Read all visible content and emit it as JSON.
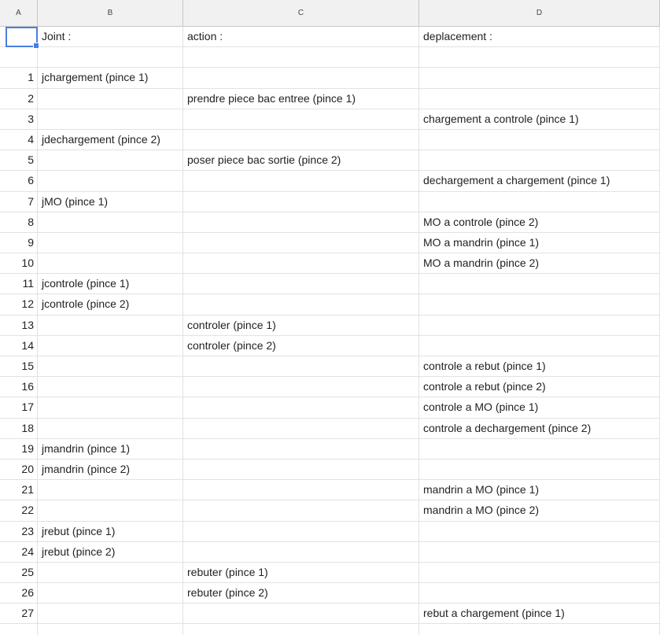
{
  "columns": [
    "A",
    "B",
    "C",
    "D"
  ],
  "rows": [
    {
      "a": "",
      "b": "Joint :",
      "c": "action :",
      "d": "deplacement :"
    },
    {
      "a": "",
      "b": "",
      "c": "",
      "d": ""
    },
    {
      "a": "1",
      "b": "jchargement (pince 1)",
      "c": "",
      "d": ""
    },
    {
      "a": "2",
      "b": "",
      "c": "prendre piece bac entree (pince 1)",
      "d": ""
    },
    {
      "a": "3",
      "b": "",
      "c": "",
      "d": "chargement a controle (pince 1)"
    },
    {
      "a": "4",
      "b": "jdechargement (pince 2)",
      "c": "",
      "d": ""
    },
    {
      "a": "5",
      "b": "",
      "c": "poser piece bac sortie (pince 2)",
      "d": ""
    },
    {
      "a": "6",
      "b": "",
      "c": "",
      "d": "dechargement a chargement (pince 1)"
    },
    {
      "a": "7",
      "b": "jMO (pince 1)",
      "c": "",
      "d": ""
    },
    {
      "a": "8",
      "b": "",
      "c": "",
      "d": "MO a controle (pince 2)"
    },
    {
      "a": "9",
      "b": "",
      "c": "",
      "d": "MO a mandrin (pince 1)"
    },
    {
      "a": "10",
      "b": "",
      "c": "",
      "d": "MO a mandrin (pince 2)"
    },
    {
      "a": "11",
      "b": "jcontrole (pince 1)",
      "c": "",
      "d": ""
    },
    {
      "a": "12",
      "b": "jcontrole (pince 2)",
      "c": "",
      "d": ""
    },
    {
      "a": "13",
      "b": "",
      "c": "controler (pince 1)",
      "d": ""
    },
    {
      "a": "14",
      "b": "",
      "c": "controler (pince 2)",
      "d": ""
    },
    {
      "a": "15",
      "b": "",
      "c": "",
      "d": "controle a rebut (pince 1)"
    },
    {
      "a": "16",
      "b": "",
      "c": "",
      "d": "controle a rebut (pince 2)"
    },
    {
      "a": "17",
      "b": "",
      "c": "",
      "d": "controle a MO (pince 1)"
    },
    {
      "a": "18",
      "b": "",
      "c": "",
      "d": "controle a dechargement (pince 2)"
    },
    {
      "a": "19",
      "b": "jmandrin (pince 1)",
      "c": "",
      "d": ""
    },
    {
      "a": "20",
      "b": "jmandrin (pince 2)",
      "c": "",
      "d": ""
    },
    {
      "a": "21",
      "b": "",
      "c": "",
      "d": "mandrin a MO (pince 1)"
    },
    {
      "a": "22",
      "b": "",
      "c": "",
      "d": "mandrin a MO (pince 2)"
    },
    {
      "a": "23",
      "b": "jrebut (pince 1)",
      "c": "",
      "d": ""
    },
    {
      "a": "24",
      "b": "jrebut (pince 2)",
      "c": "",
      "d": ""
    },
    {
      "a": "25",
      "b": "",
      "c": "rebuter (pince 1)",
      "d": ""
    },
    {
      "a": "26",
      "b": "",
      "c": "rebuter (pince 2)",
      "d": ""
    },
    {
      "a": "27",
      "b": "",
      "c": "",
      "d": "rebut a chargement (pince 1)"
    },
    {
      "a": "",
      "b": "",
      "c": "",
      "d": ""
    }
  ],
  "selection": {
    "row": 0,
    "col": "a"
  },
  "colors": {
    "selection": "#4a7fe0",
    "header_bg": "#f1f1f1",
    "grid": "#e2e2e2"
  }
}
